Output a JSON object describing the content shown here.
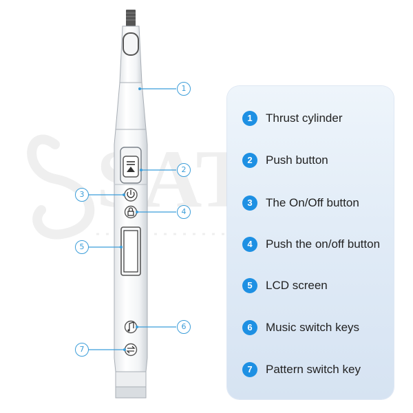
{
  "watermark": {
    "text": "SATOL"
  },
  "labels": [
    {
      "num": "1",
      "text": "Thrust cylinder"
    },
    {
      "num": "2",
      "text": "Push button"
    },
    {
      "num": "3",
      "text": "The On/Off button"
    },
    {
      "num": "4",
      "text": "Push the on/off button"
    },
    {
      "num": "5",
      "text": "LCD screen"
    },
    {
      "num": "6",
      "text": "Music switch keys"
    },
    {
      "num": "7",
      "text": "Pattern switch key"
    }
  ],
  "colors": {
    "accent": "#1e90e3",
    "callout": "#3b9dd9",
    "panel": "#e3edf8"
  },
  "icons": {
    "push_button": "eject-icon",
    "power": "power-icon",
    "lock": "lock-icon",
    "music": "music-note-icon",
    "pattern": "swap-arrows-icon"
  }
}
